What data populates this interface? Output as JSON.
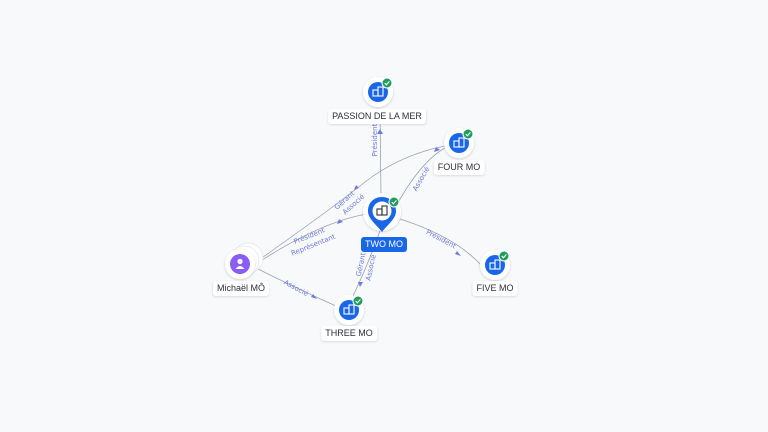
{
  "colors": {
    "company": "#1a66e8",
    "person": "#8b5cf6",
    "check": "#1e9e5a",
    "edge": "#9aa1b4",
    "edge_label": "#6b7be0"
  },
  "nodes": {
    "two_mo": "TWO MO",
    "passion": "PASSION DE LA MER",
    "four_mo": "FOUR MO",
    "five_mo": "FIVE MO",
    "three_mo": "THREE MO",
    "michael": "Michaël MÔ"
  },
  "edge_labels": {
    "president_top": "Président",
    "associe_four": "Associé",
    "president_five": "Président",
    "gerant_three": "Gérant",
    "associe_three": "Associé",
    "gerant_left": "Gérant",
    "associe_left": "Associé",
    "president_left": "Président",
    "representant_left": "Représentant",
    "associe_michael_three": "Associé"
  },
  "icons": {
    "company": "building-icon",
    "person": "person-icon",
    "verified": "check-icon"
  }
}
